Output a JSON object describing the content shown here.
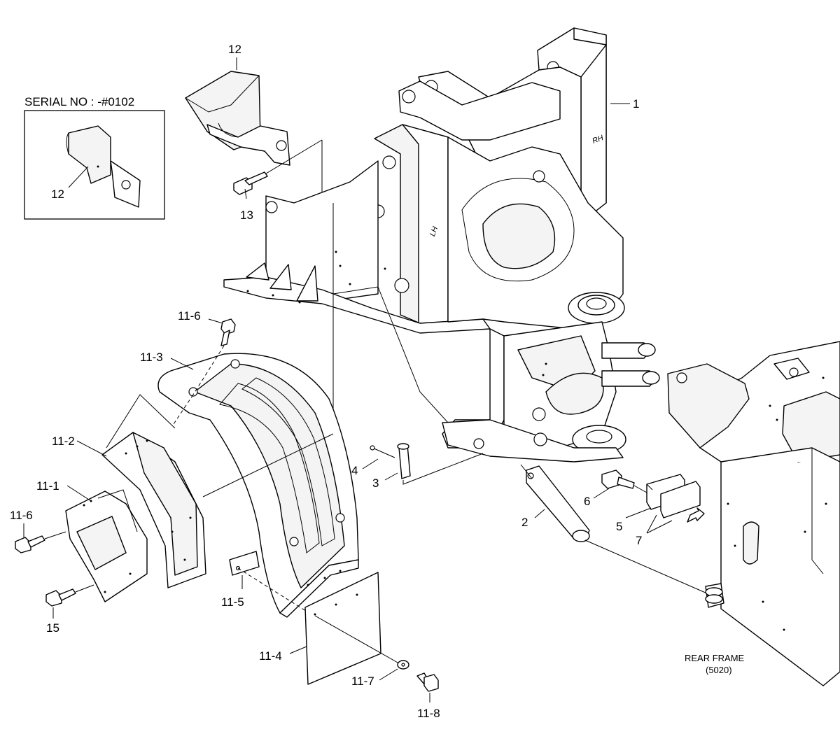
{
  "inset": {
    "serial_label": "SERIAL NO : -#0102",
    "part_label": "12"
  },
  "frame_stamps": {
    "rh": "RH",
    "lh": "LH"
  },
  "rear_frame": {
    "line1": "REAR FRAME",
    "line2": "(5020)"
  },
  "callouts": {
    "p1": "1",
    "p2": "2",
    "p3": "3",
    "p4": "4",
    "p5": "5",
    "p6": "6",
    "p7": "7",
    "p12": "12",
    "p13": "13",
    "p15": "15",
    "p11_1": "11-1",
    "p11_2": "11-2",
    "p11_3": "11-3",
    "p11_4": "11-4",
    "p11_5": "11-5",
    "p11_6_top": "11-6",
    "p11_6_left": "11-6",
    "p11_7": "11-7",
    "p11_8": "11-8"
  }
}
